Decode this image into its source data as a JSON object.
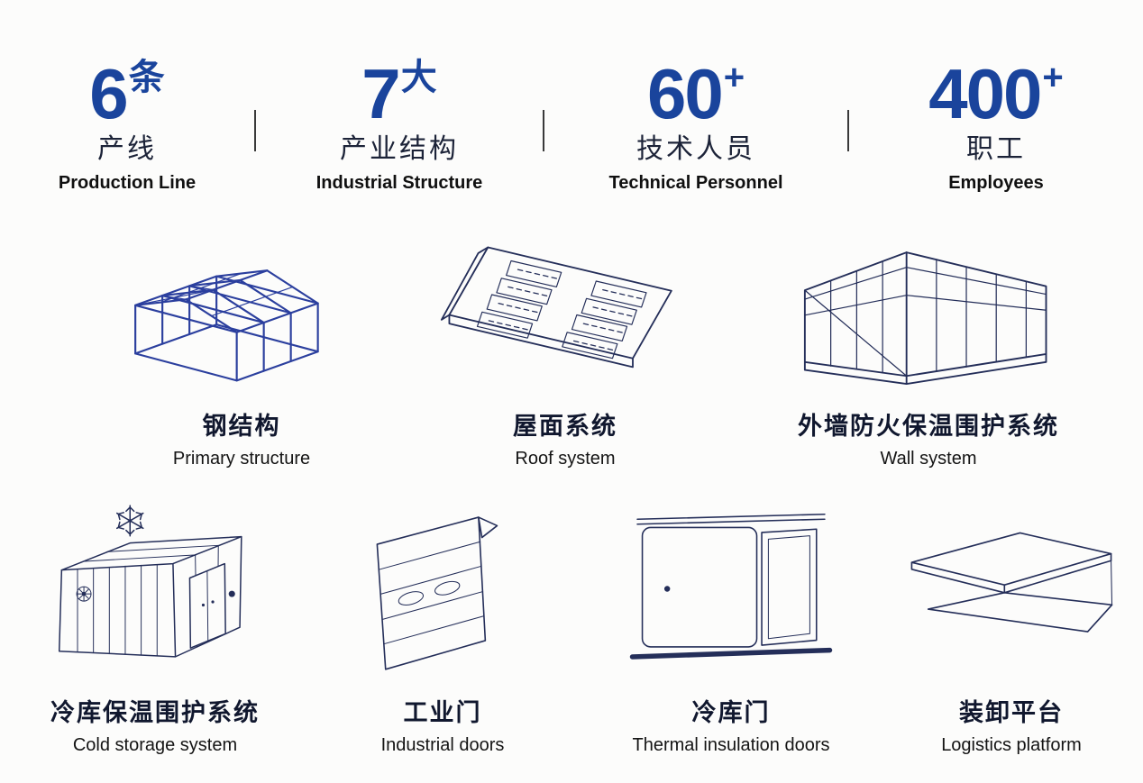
{
  "stats": {
    "items": [
      {
        "value": "6",
        "suffix": "条",
        "label_zh": "产线",
        "label_en": "Production Line"
      },
      {
        "value": "7",
        "suffix": "大",
        "label_zh": "产业结构",
        "label_en": "Industrial Structure"
      },
      {
        "value": "60",
        "suffix": "+",
        "label_zh": "技术人员",
        "label_en": "Technical Personnel"
      },
      {
        "value": "400",
        "suffix": "+",
        "label_zh": "职工",
        "label_en": "Employees"
      }
    ]
  },
  "products": {
    "row1": [
      {
        "icon": "steel-structure-icon",
        "label_zh": "钢结构",
        "label_en": "Primary structure"
      },
      {
        "icon": "roof-system-icon",
        "label_zh": "屋面系统",
        "label_en": "Roof system"
      },
      {
        "icon": "wall-system-icon",
        "label_zh": "外墙防火保温围护系统",
        "label_en": "Wall system"
      }
    ],
    "row2": [
      {
        "icon": "cold-storage-icon",
        "label_zh": "冷库保温围护系统",
        "label_en": "Cold storage system"
      },
      {
        "icon": "industrial-door-icon",
        "label_zh": "工业门",
        "label_en": "Industrial doors"
      },
      {
        "icon": "insulation-door-icon",
        "label_zh": "冷库门",
        "label_en": "Thermal insulation doors"
      },
      {
        "icon": "loading-platform-icon",
        "label_zh": "装卸平台",
        "label_en": "Logistics platform"
      }
    ]
  },
  "colors": {
    "accent": "#1a449c",
    "line": "#242e59",
    "text": "#101010",
    "background": "#fcfcfb"
  }
}
